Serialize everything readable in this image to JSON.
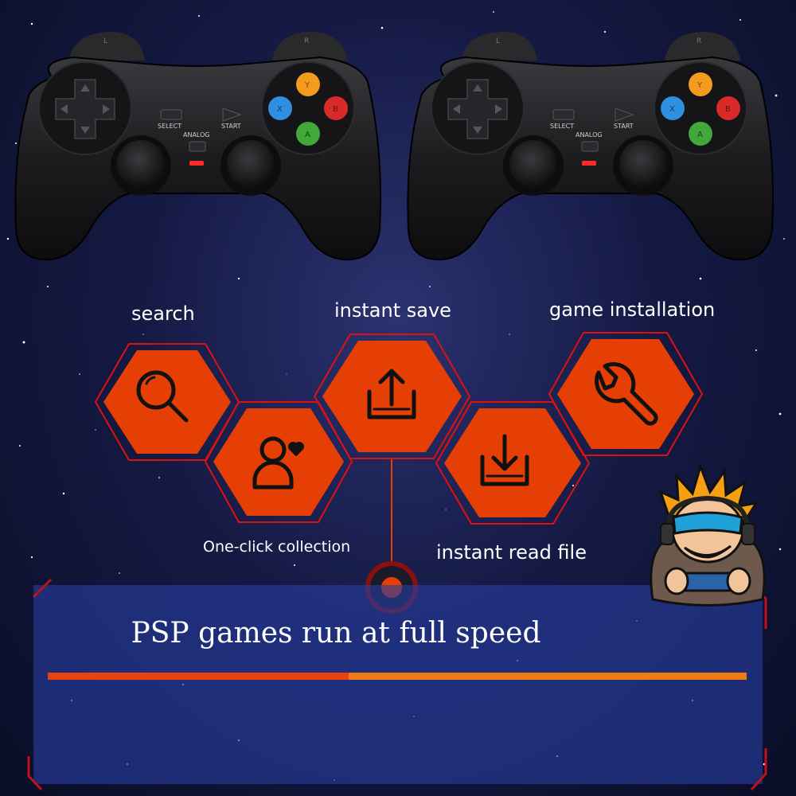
{
  "features": {
    "search": "search",
    "instant_save": "instant save",
    "game_installation": "game installation",
    "one_click_collection": "One-click collection",
    "instant_read_file": "instant read file"
  },
  "controller": {
    "shoulder_left": "L",
    "shoulder_right": "R",
    "select": "SELECT",
    "start": "START",
    "analog": "ANALOG",
    "btn_top": "Y",
    "btn_left": "X",
    "btn_right": "B",
    "btn_bottom": "A"
  },
  "banner": {
    "text": "PSP games run at full speed",
    "progress_fraction": 0.43
  },
  "colors": {
    "hex_fill": "#e53f06",
    "accent_red": "#e01010",
    "banner_bg": "#263ea0",
    "bar_red": "#e8420f",
    "bar_orange": "#f07a14"
  },
  "icons": [
    "search-icon",
    "user-heart-icon",
    "upload-tray-icon",
    "download-tray-icon",
    "wrench-icon"
  ]
}
